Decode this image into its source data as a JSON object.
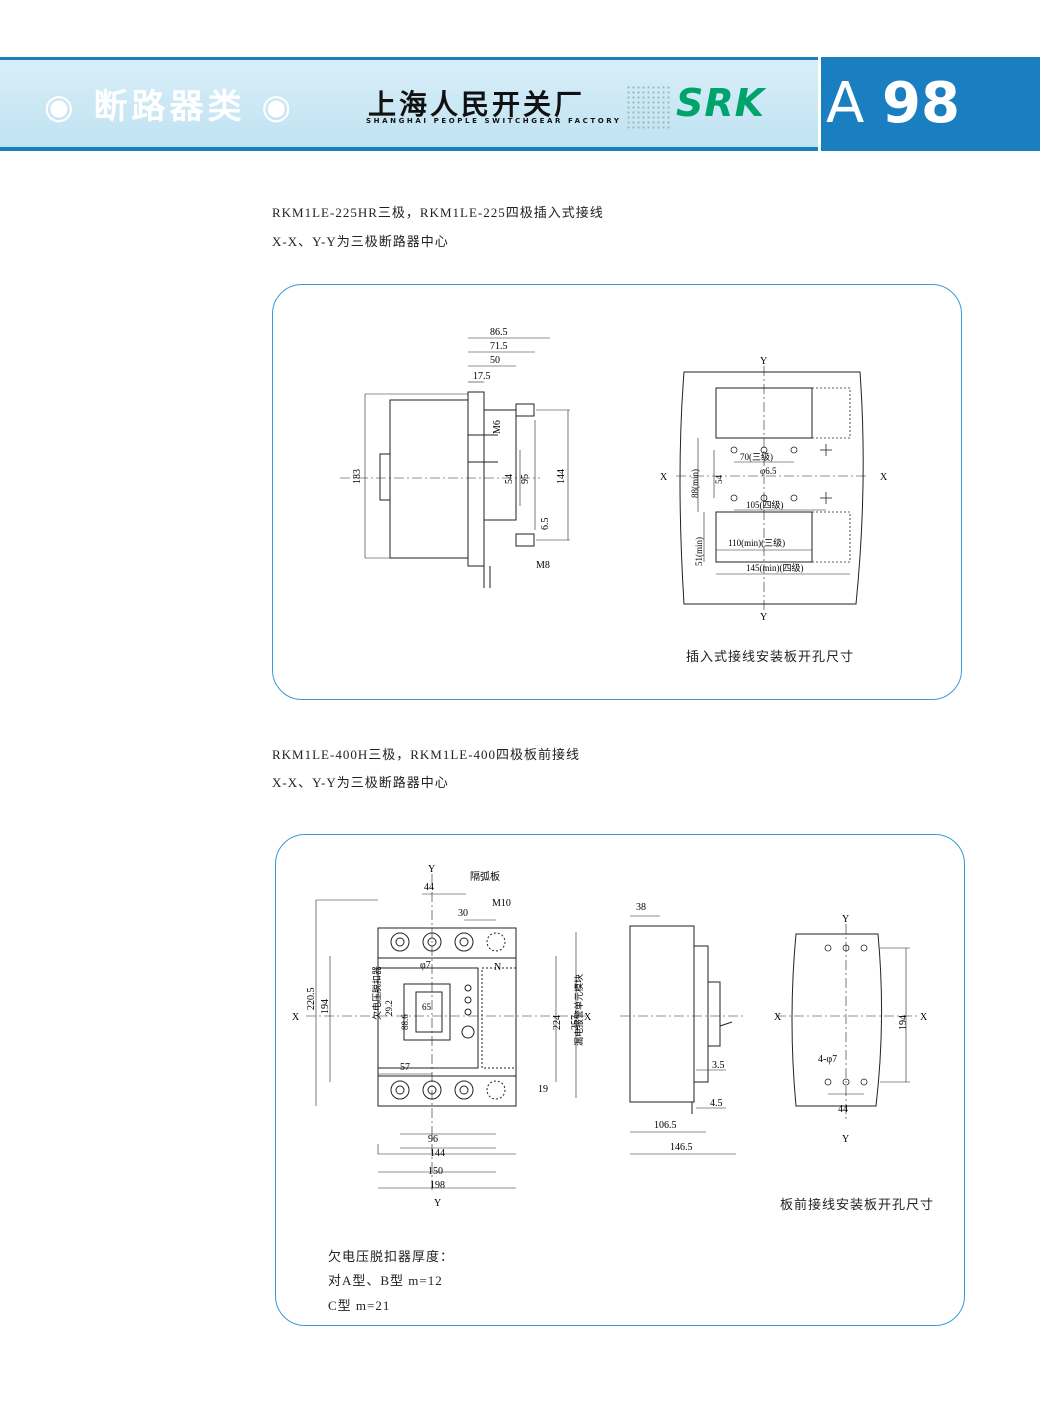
{
  "header": {
    "category": "◉ 断路器类 ◉",
    "company_cn": "上海人民开关厂",
    "company_en": "SHANGHAI PEOPLE SWITCHGEAR FACTORY",
    "brand": "SRK",
    "page_letter": "A",
    "page_number": "98"
  },
  "section1": {
    "title": "RKM1LE-225HR三极，RKM1LE-225四极插入式接线",
    "subtitle": "X-X、Y-Y为三极断路器中心",
    "left_dims": [
      "86.5",
      "71.5",
      "50",
      "17.5",
      "183",
      "M6",
      "54",
      "95",
      "144",
      "6.5",
      "M8"
    ],
    "right_dims": [
      "Y",
      "X",
      "X",
      "Y",
      "88(min)",
      "54",
      "70(三级)",
      "φ6.5",
      "105(四级)",
      "51(min)",
      "110(min)(三级)",
      "145(min)(四级)"
    ],
    "caption": "插入式接线安装板开孔尺寸"
  },
  "section2": {
    "title": "RKM1LE-400H三极，RKM1LE-400四极板前接线",
    "subtitle": "X-X、Y-Y为三极断路器中心",
    "front_dims": [
      "Y",
      "44",
      "隔弧板",
      "30",
      "M10",
      "φ7",
      "N",
      "220.5",
      "194",
      "欠电压脱扣器",
      "29.2",
      "88.6",
      "65",
      "漏电报警单元模块",
      "224",
      "257",
      "X",
      "X",
      "57",
      "19",
      "96",
      "144",
      "150",
      "198",
      "Y"
    ],
    "side_dims": [
      "38",
      "3.5",
      "4.5",
      "106.5",
      "146.5"
    ],
    "cutout_dims": [
      "Y",
      "X",
      "X",
      "194",
      "4-φ7",
      "44",
      "Y"
    ],
    "caption": "板前接线安装板开孔尺寸",
    "notes": [
      "欠电压脱扣器厚度：",
      "对A型、B型 m=12",
      "C型 m=21"
    ]
  }
}
